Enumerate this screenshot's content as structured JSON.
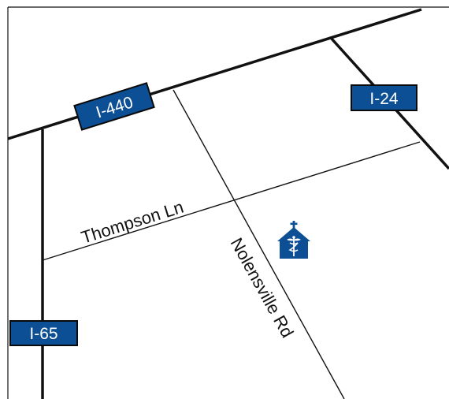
{
  "map": {
    "colors": {
      "background": "#ffffff",
      "road": "#111111",
      "shield_fill": "#0d4f94",
      "shield_stroke": "#0a0a0a",
      "shield_text": "#ffffff",
      "hospital_icon": "#0d4f94"
    },
    "streets": {
      "thompson": "Thompson Ln",
      "nolensville": "Nolensville Rd"
    },
    "interstates": {
      "i440": "I-440",
      "i24": "I-24",
      "i65": "I-65"
    },
    "landmark": {
      "icon": "hospital-icon"
    }
  }
}
